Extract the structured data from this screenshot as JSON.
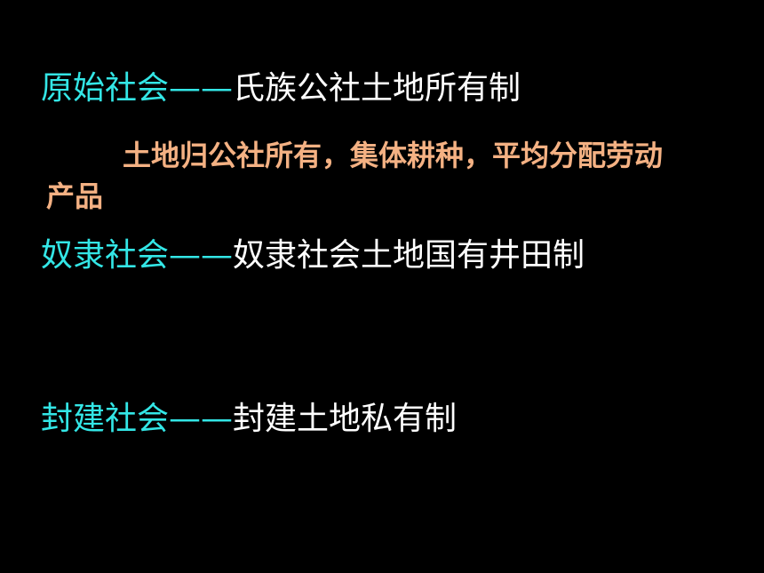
{
  "rows": [
    {
      "term": "原始社会——",
      "desc": "氏族公社土地所有制"
    },
    {
      "term": "奴隶社会——",
      "desc": "奴隶社会土地国有井田制"
    },
    {
      "term": "封建社会——",
      "desc": "封建土地私有制"
    }
  ],
  "primitive_note": "土地归公社所有，集体耕种，平均分配劳动产品",
  "colors": {
    "background": "#000000",
    "term": "#33e6e6",
    "desc": "#ffffff",
    "note": "#f4b183"
  }
}
